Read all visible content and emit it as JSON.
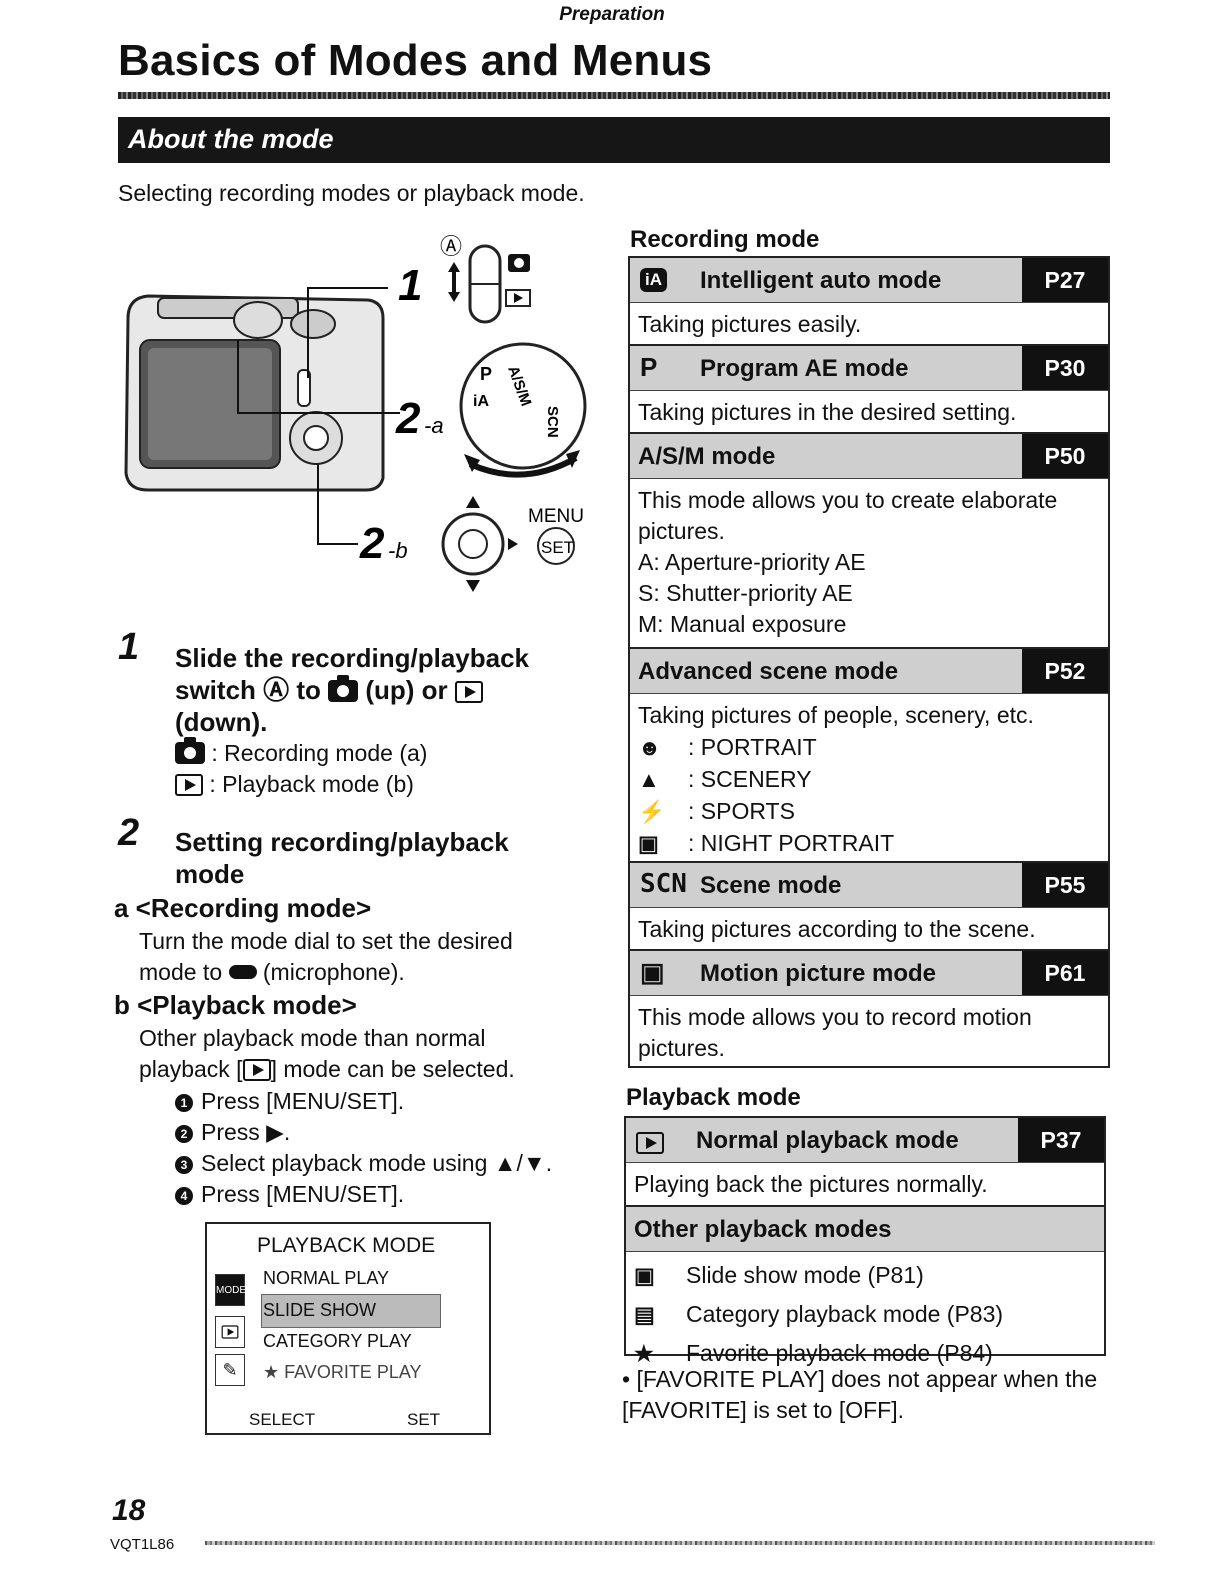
{
  "header": {
    "section": "Preparation",
    "title": "Basics of Modes and Menus"
  },
  "about_bar": "About the mode",
  "intro": "Selecting recording modes or playback mode.",
  "illustration": {
    "switch_letter": "Ⓐ",
    "label_1": "1",
    "label_2a": "2",
    "label_2a_suffix": "-a",
    "label_2b": "2",
    "label_2b_suffix": "-b",
    "menu": "MENU",
    "set": "SET",
    "dial_labels": [
      "A/S/M",
      "SCN",
      "iA",
      "P"
    ]
  },
  "step1": {
    "num": "1",
    "title_a": "Slide the recording/playback",
    "title_b": "switch Ⓐ to",
    "title_b2": "(up) or",
    "title_c": "(down).",
    "rec": ": Recording mode (a)",
    "play": ": Playback mode (b)"
  },
  "step2": {
    "num": "2",
    "title_a": "Setting recording/playback",
    "title_b": "mode",
    "a_head": "a <Recording mode>",
    "a_text1": "Turn the mode dial to set the desired",
    "a_text2_pre": "mode to",
    "a_text2_post": "(microphone).",
    "b_head": "b <Playback mode>",
    "b_text1": "Other playback mode than normal",
    "b_text2_pre": "playback [",
    "b_text2_post": "] mode can be selected.",
    "bullets": [
      {
        "n": "1",
        "text": "Press [MENU/SET]."
      },
      {
        "n": "2",
        "text": "Press ▶."
      },
      {
        "n": "3",
        "text": "Select playback mode using ▲/▼."
      },
      {
        "n": "4",
        "text": "Press [MENU/SET]."
      }
    ]
  },
  "screen": {
    "title": "PLAYBACK MODE",
    "items": [
      "NORMAL PLAY",
      "SLIDE SHOW",
      "CATEGORY PLAY",
      "★ FAVORITE PLAY"
    ],
    "mode_tab": "MODE",
    "select": "SELECT",
    "set": "SET"
  },
  "recording": {
    "heading": "Recording mode",
    "modes": [
      {
        "icon": "iA",
        "label": "Intelligent auto mode",
        "page": "P27",
        "desc": "Taking pictures easily."
      },
      {
        "icon": "P",
        "label": "Program AE mode",
        "page": "P30",
        "desc": "Taking pictures in the desired setting."
      },
      {
        "icon": "",
        "label": "A/S/M mode",
        "page": "P50",
        "desc": "This mode allows you to create elaborate pictures.",
        "lines": [
          "A: Aperture-priority AE",
          "S: Shutter-priority AE",
          "M: Manual exposure"
        ]
      },
      {
        "icon": "",
        "label": "Advanced scene mode",
        "page": "P52",
        "desc": "Taking pictures of people, scenery, etc.",
        "scenes": [
          ": PORTRAIT",
          ": SCENERY",
          ": SPORTS",
          ": NIGHT PORTRAIT"
        ]
      },
      {
        "icon": "SCN",
        "label": "Scene mode",
        "page": "P55",
        "desc": "Taking pictures according to the scene."
      },
      {
        "icon": "▣",
        "label": "Motion picture mode",
        "page": "P61",
        "desc": "This mode allows you to record motion pictures."
      }
    ]
  },
  "playback": {
    "heading": "Playback mode",
    "normal": {
      "label": "Normal playback mode",
      "page": "P37",
      "desc": "Playing back the pictures normally."
    },
    "other_head": "Other playback modes",
    "others": [
      {
        "icon": "▣",
        "text": "Slide show mode (P81)"
      },
      {
        "icon": "▤",
        "text": "Category playback mode (P83)"
      },
      {
        "icon": "★",
        "text": "Favorite playback mode (P84)"
      }
    ]
  },
  "note": "• [FAVORITE PLAY] does not appear when the [FAVORITE] is set to [OFF].",
  "footer": {
    "page": "18",
    "code": "VQT1L86"
  }
}
